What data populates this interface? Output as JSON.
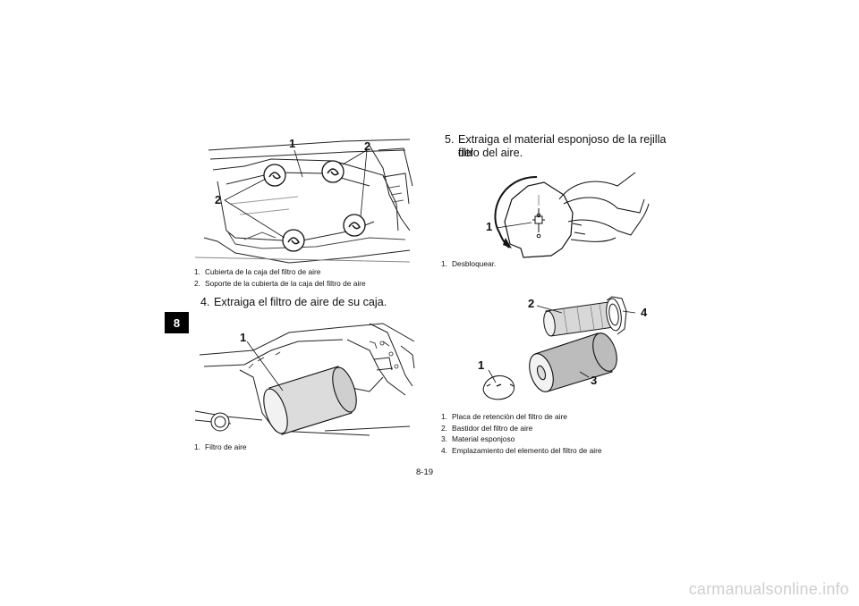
{
  "page": {
    "chapter_tab": "8",
    "page_number": "8-19",
    "watermark": "carmanualsonline.info"
  },
  "figure1": {
    "callouts": [
      "1",
      "2",
      "2"
    ],
    "captions": [
      {
        "num": "1.",
        "text": "Cubierta de la caja del filtro de aire"
      },
      {
        "num": "2.",
        "text": "Soporte de la cubierta de la caja del filtro de aire"
      }
    ]
  },
  "step4": {
    "num": "4.",
    "text": "Extraiga el filtro de aire de su caja."
  },
  "figure2": {
    "callouts": [
      "1"
    ],
    "captions": [
      {
        "num": "1.",
        "text": "Filtro de aire"
      }
    ]
  },
  "step5": {
    "num": "5.",
    "line1": "Extraiga el material esponjoso de la rejilla del",
    "line2": "filtro del aire."
  },
  "figure3": {
    "callouts": [
      "1"
    ],
    "captions": [
      {
        "num": "1.",
        "text": "Desbloquear."
      }
    ]
  },
  "figure4": {
    "callouts": [
      "1",
      "2",
      "3",
      "4"
    ],
    "captions": [
      {
        "num": "1.",
        "text": "Placa de retención del filtro de aire"
      },
      {
        "num": "2.",
        "text": "Bastidor del filtro de aire"
      },
      {
        "num": "3.",
        "text": "Material esponjoso"
      },
      {
        "num": "4.",
        "text": "Emplazamiento del elemento del filtro de aire"
      }
    ]
  }
}
